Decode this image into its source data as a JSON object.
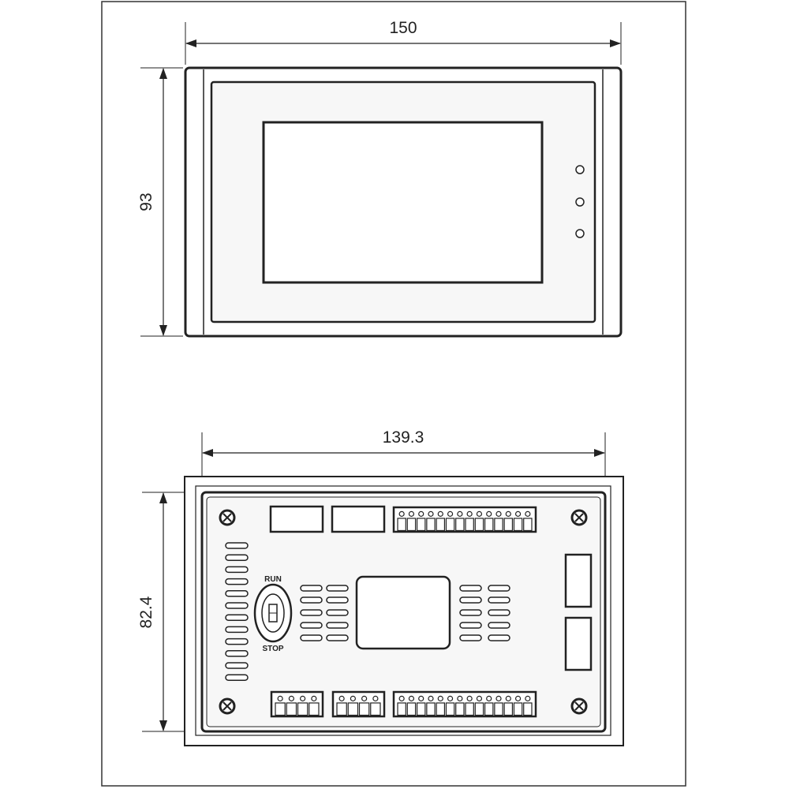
{
  "front_view": {
    "width_label": "150",
    "height_label": "93",
    "indicator_count": 3
  },
  "rear_view": {
    "width_label": "139.3",
    "height_label": "82.4",
    "switch_top_label": "RUN",
    "switch_bottom_label": "STOP"
  },
  "colors": {
    "line": "#222222",
    "panel_fill": "#f7f7f7",
    "background": "#ffffff"
  }
}
